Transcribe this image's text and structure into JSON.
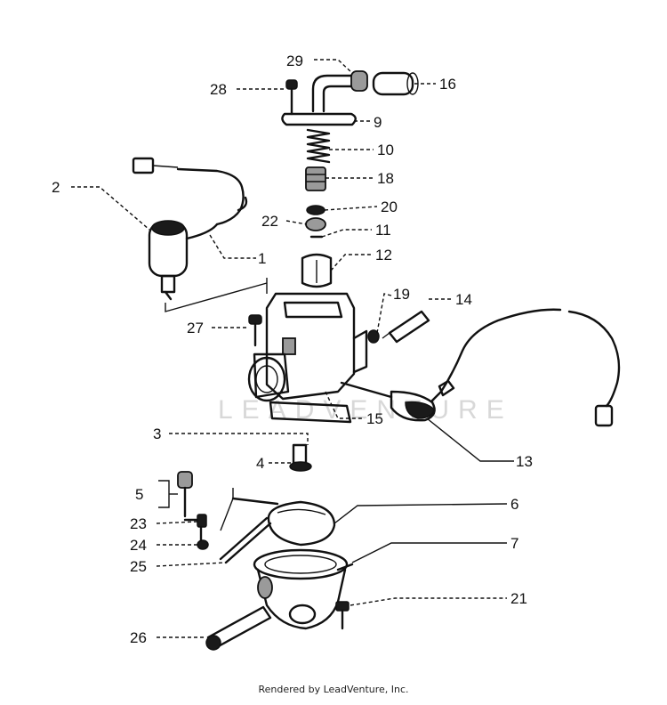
{
  "diagram": {
    "watermark": "LEADVENTURE",
    "footer": "Rendered by LeadVenture, Inc.",
    "callouts": [
      "29",
      "16",
      "28",
      "9",
      "10",
      "18",
      "20",
      "22",
      "11",
      "2",
      "1",
      "12",
      "19",
      "14",
      "27",
      "15",
      "13",
      "3",
      "4",
      "5",
      "6",
      "23",
      "24",
      "25",
      "7",
      "21",
      "26"
    ]
  }
}
